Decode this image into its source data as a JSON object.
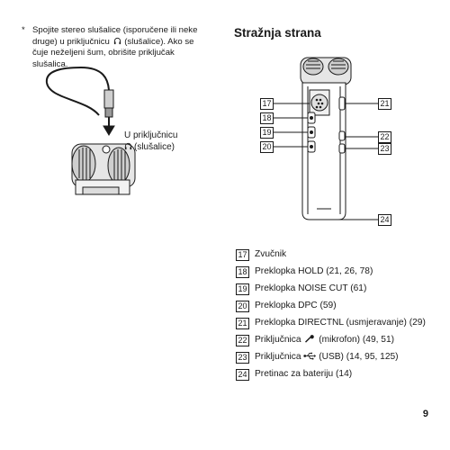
{
  "note": {
    "asterisk": "*",
    "part1": "Spojite stereo slušalice (isporučene ili neke druge) u priključnicu",
    "part2": "(slušalice). Ako se čuje neželjeni šum, obrišite priključak slušalica."
  },
  "heading": "Stražnja strana",
  "callout": {
    "line1": "U priključnicu",
    "line2": "(slušalice)"
  },
  "diagram_numbers": {
    "n17": "17",
    "n18": "18",
    "n19": "19",
    "n20": "20",
    "n21": "21",
    "n22": "22",
    "n23": "23",
    "n24": "24"
  },
  "legend": [
    {
      "num": "17",
      "text": "Zvučnik"
    },
    {
      "num": "18",
      "text": "Preklopka HOLD (21, 26, 78)"
    },
    {
      "num": "19",
      "text": "Preklopka NOISE CUT (61)"
    },
    {
      "num": "20",
      "text": "Preklopka DPC (59)"
    },
    {
      "num": "21",
      "text": "Preklopka DIRECTNL (usmjeravanje) (29)"
    },
    {
      "num": "22",
      "pre": "Priključnica",
      "post": "(mikrofon) (49, 51)",
      "icon": "microphone-icon"
    },
    {
      "num": "23",
      "pre": "Priključnica",
      "post": "(USB) (14, 95, 125)",
      "icon": "usb-icon"
    },
    {
      "num": "24",
      "text": "Pretinac za bateriju (14)"
    }
  ],
  "page_number": "9"
}
